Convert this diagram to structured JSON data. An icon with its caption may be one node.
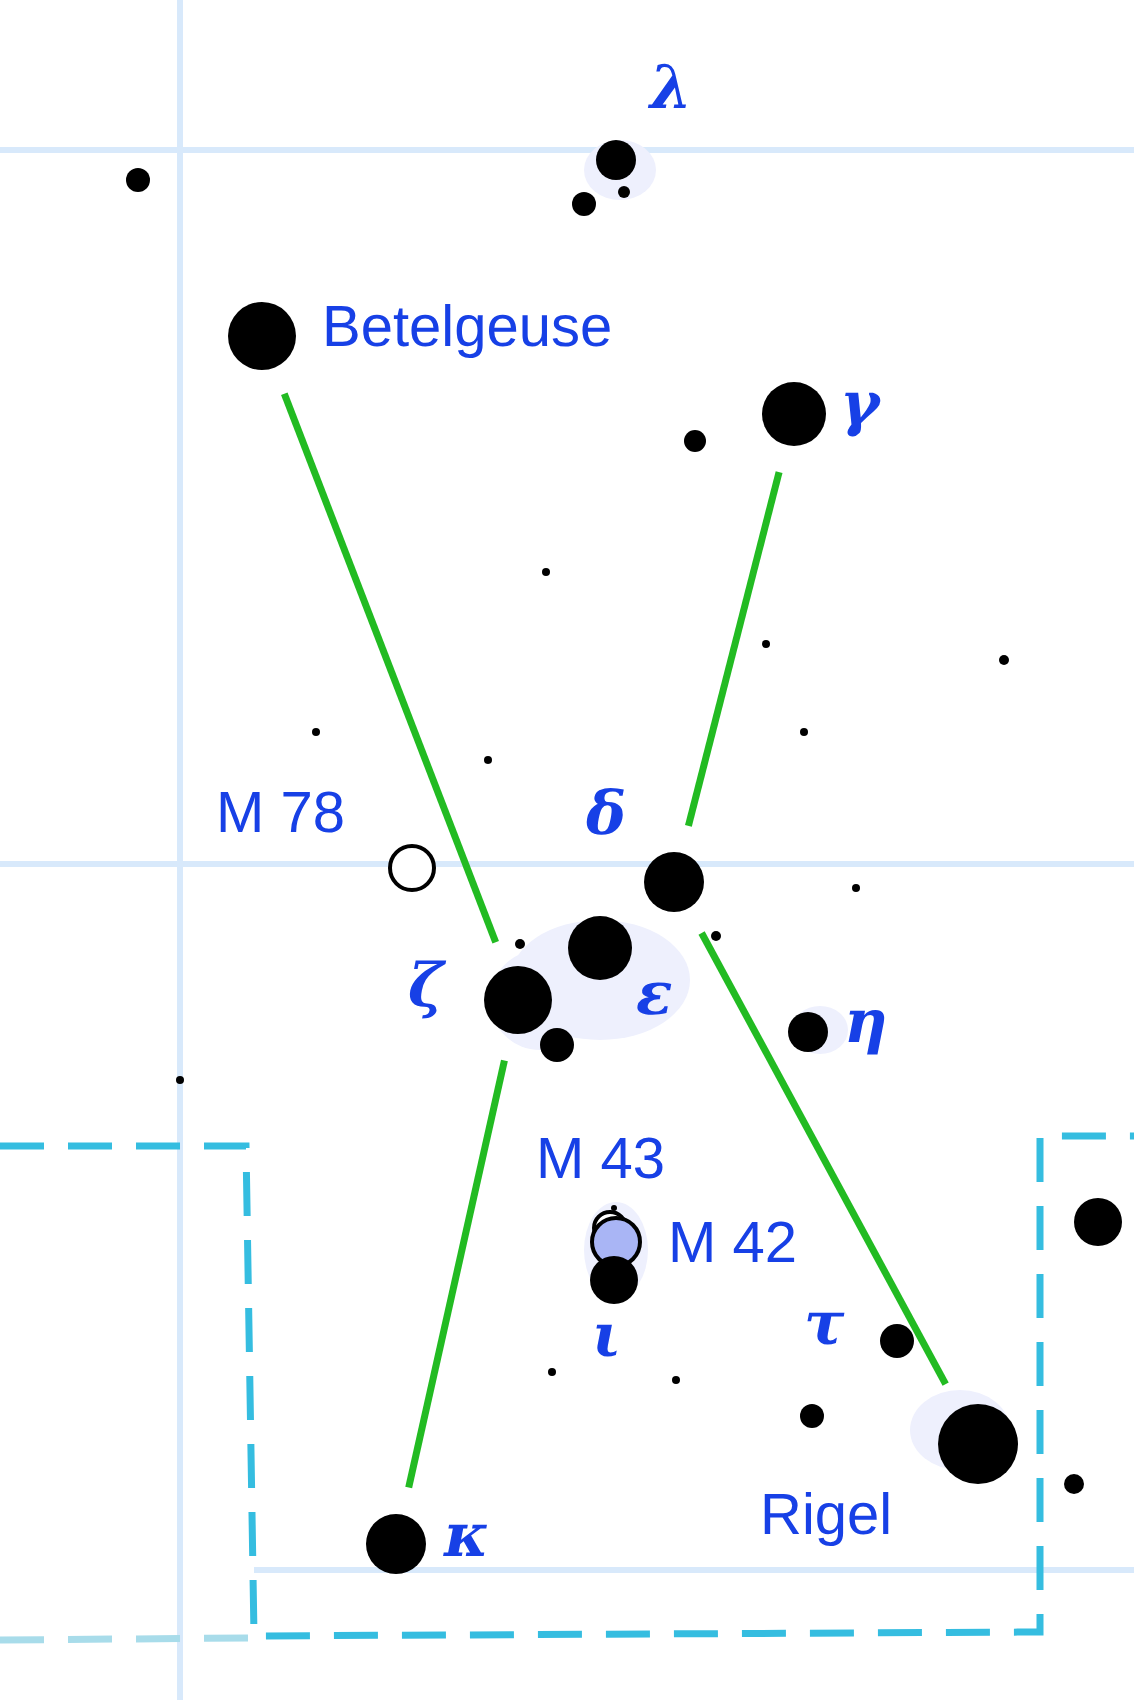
{
  "diagram": {
    "nodes": [
      {
        "text": [
          "λ"
        ]
      },
      {
        "text": [],
        "shape": "circle"
      },
      {
        "text": [],
        "shape": "circle"
      },
      {
        "text": [
          "Betelgeuse"
        ]
      },
      {
        "text": [
          "γ"
        ]
      },
      {
        "text": [],
        "shape": "circle"
      },
      {
        "text": [
          "δ"
        ]
      },
      {
        "text": [
          "M 78"
        ]
      },
      {
        "text": [
          "ζ"
        ]
      },
      {
        "text": [
          "ε"
        ]
      },
      {
        "text": [
          "η"
        ]
      },
      {
        "text": [],
        "shape": "circle"
      },
      {
        "text": [],
        "shape": "circle"
      },
      {
        "text": [
          "M 43"
        ]
      },
      {
        "text": [
          "M 42"
        ]
      },
      {
        "text": [
          "ι"
        ]
      },
      {
        "text": [
          "τ"
        ]
      },
      {
        "text": [],
        "shape": "circle"
      },
      {
        "text": [
          "Rigel"
        ]
      },
      {
        "text": [],
        "shape": "circle"
      },
      {
        "text": [
          "κ"
        ]
      }
    ],
    "edges": [
      {
        "from": 3,
        "to": 8,
        "arrow": "none"
      },
      {
        "from": 4,
        "to": 6,
        "arrow": "none"
      },
      {
        "from": 6,
        "to": 18,
        "arrow": "none"
      },
      {
        "from": 8,
        "to": 20,
        "arrow": "none"
      }
    ]
  }
}
